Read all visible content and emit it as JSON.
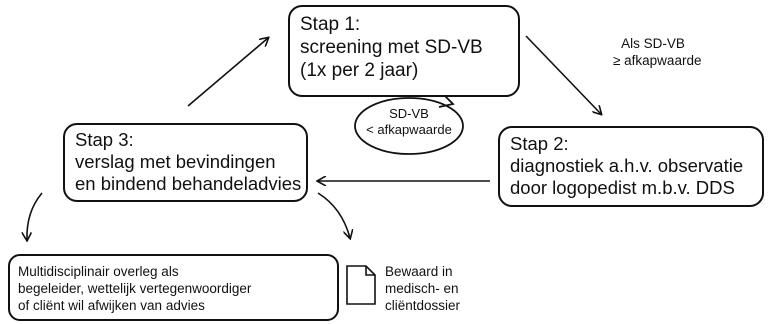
{
  "step1": {
    "lines": [
      "Stap 1:",
      "screening met SD-VB",
      "(1x per 2 jaar)"
    ]
  },
  "step2": {
    "lines": [
      "Stap 2:",
      "diagnostiek a.h.v. observatie",
      "door logopedist m.b.v. DDS"
    ]
  },
  "step3": {
    "lines": [
      "Stap 3:",
      "verslag met bevindingen",
      "en bindend behandeladvies"
    ]
  },
  "condition_high": {
    "lines": [
      "Als SD-VB",
      "≥ afkapwaarde"
    ]
  },
  "condition_loop": {
    "lines": [
      "SD-VB",
      "< afkapwaarde"
    ]
  },
  "overleg": {
    "lines": [
      "Multidisciplinair overleg als",
      "begeleider, wettelijk vertegenwoordiger",
      "of cliënt  wil afwijken van advies"
    ]
  },
  "bewaard": {
    "lines": [
      "Bewaard in",
      "medisch- en",
      "cliëntdossier"
    ]
  },
  "document_icon": "document-icon"
}
